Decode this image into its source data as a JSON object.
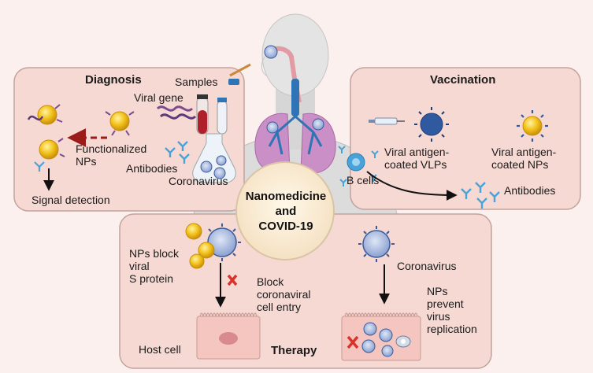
{
  "center": {
    "line1": "Nanomedicine",
    "line2": "and",
    "line3": "COVID-19"
  },
  "diagnosis": {
    "title": "Diagnosis",
    "samples": "Samples",
    "viral_gene": "Viral gene",
    "functionalized_line1": "Functionalized",
    "functionalized_line2": "NPs",
    "antibodies": "Antibodies",
    "coronavirus": "Coronavirus",
    "signal_detection": "Signal detection"
  },
  "vaccination": {
    "title": "Vaccination",
    "vlps_line1": "Viral antigen-",
    "vlps_line2": "coated VLPs",
    "nps_line1": "Viral antigen-",
    "nps_line2": "coated NPs",
    "b_cells": "B cells",
    "antibodies": "Antibodies"
  },
  "therapy": {
    "title": "Therapy",
    "nps_block_line1": "NPs block",
    "nps_block_line2": "viral",
    "nps_block_line3": "S protein",
    "block_line1": "Block",
    "block_line2": "coronaviral",
    "block_line3": "cell entry",
    "host_cell": "Host cell",
    "coronavirus": "Coronavirus",
    "prevent_line1": "NPs",
    "prevent_line2": "prevent",
    "prevent_line3": "virus",
    "prevent_line4": "replication"
  },
  "colors": {
    "panel_fill": "#f7d9d3",
    "panel_stroke": "#c2a29c",
    "virus": "#3a5a9a",
    "np_gold": "#f2c21c",
    "antibody": "#4aa3d8",
    "red_cross": "#d9322a",
    "arrow_red": "#9b1b1b"
  }
}
